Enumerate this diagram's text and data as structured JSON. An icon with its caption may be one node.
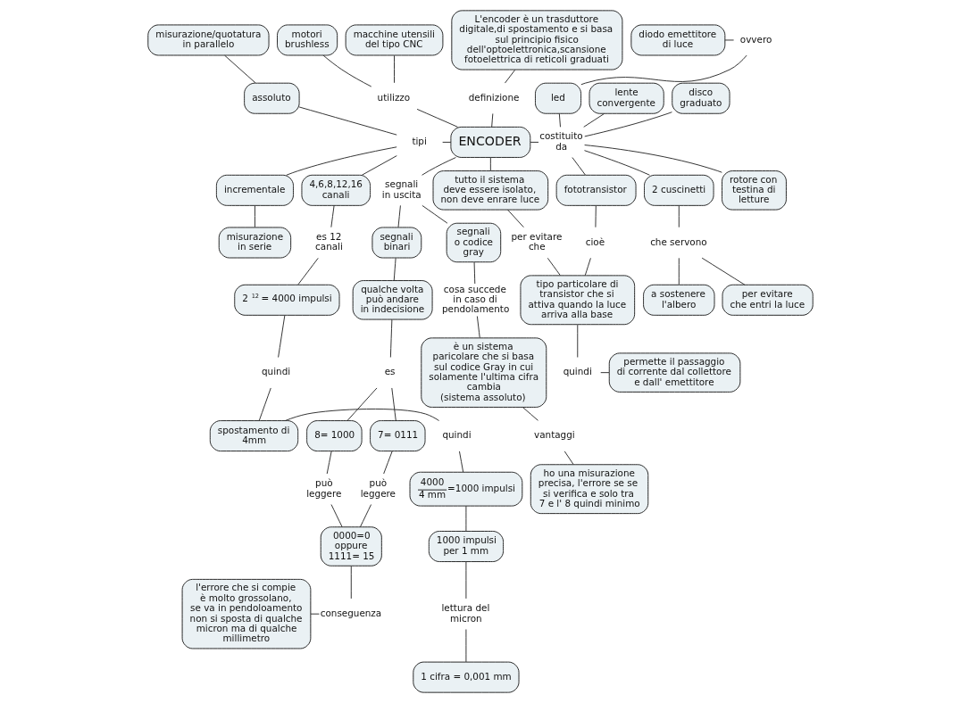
{
  "diagram": {
    "nodes": [
      {
        "text": [
          "L'encoder è un trasduttore digitale,di spostamento e si basa sul principio fisico dell'optoelettronica,scansione fotoelettrica di reticoli graduati"
        ]
      },
      {
        "text": [
          "diodo emettitore di luce"
        ]
      },
      {
        "text": [
          "macchine utensili del tipo CNC"
        ]
      },
      {
        "text": [
          "ovvero"
        ]
      },
      {
        "text": [
          "led"
        ]
      },
      {
        "text": [
          "motori brushless"
        ]
      },
      {
        "text": [
          "lente convergente"
        ]
      },
      {
        "text": [
          "misurazione/quotatura in parallelo"
        ]
      },
      {
        "text": [
          "assoluto"
        ]
      },
      {
        "text": [
          "definizione"
        ]
      },
      {
        "text": [
          "utilizzo"
        ]
      },
      {
        "text": [
          "disco graduato"
        ]
      },
      {
        "text": [
          "ENCODER"
        ]
      },
      {
        "text": [
          "tipi"
        ]
      },
      {
        "text": [
          "costituito da"
        ]
      },
      {
        "text": [
          "rotore con testina di letture"
        ]
      },
      {
        "text": [
          "misurazione in serie"
        ]
      },
      {
        "text": [
          "incrementale"
        ]
      },
      {
        "text": [
          "4,6,8,12,16 canali"
        ]
      },
      {
        "text": [
          "tutto il sistema deve essere isolato, non deve enrare luce"
        ]
      },
      {
        "text": [
          "2 cuscinetti"
        ]
      },
      {
        "text": [
          "fototransistor"
        ]
      },
      {
        "text": [
          "segnali in uscita"
        ]
      },
      {
        "text": [
          "che servono"
        ]
      },
      {
        "text": [
          "a sostenere l'albero"
        ]
      },
      {
        "text": [
          "es 12 canali"
        ]
      },
      {
        "text": [
          "per evitare che"
        ]
      },
      {
        "text": [
          "cioè"
        ]
      },
      {
        "text": [
          "per evitare che entri la luce"
        ]
      },
      {
        "text": [
          "2 $^{12}$ = 4000 impulsi"
        ]
      },
      {
        "text": [
          "segnali binari"
        ]
      },
      {
        "text": [
          "segnali o codice gray"
        ]
      },
      {
        "text": [
          "tipo particolare di transistor che si attiva quando la luce arriva alla base"
        ]
      },
      {
        "text": [
          "quindi"
        ]
      },
      {
        "text": [
          "cosa succede in caso di pendolamento"
        ]
      },
      {
        "text": [
          "qualche volta può andare in indecisione"
        ]
      },
      {
        "text": [
          "4000",
          "4 mm",
          "=1000 impulsi"
        ]
      },
      {
        "text": [
          "quindi"
        ]
      },
      {
        "text": [
          "spostamento di 4mm"
        ]
      },
      {
        "text": [
          "quindi"
        ]
      },
      {
        "text": [
          "permette il passaggio di corrente dal collettore e dall' emettitore"
        ]
      },
      {
        "text": [
          "es"
        ]
      },
      {
        "text": [
          "1000 impulsi per 1 mm"
        ]
      },
      {
        "text": [
          "è un sistema paricolare che si basa sul codice Gray in cui solamente l'ultima cifra cambia (sistema assoluto)"
        ]
      },
      {
        "text": [
          "7= 0111"
        ]
      },
      {
        "text": [
          "8= 1000"
        ]
      },
      {
        "text": [
          "lettura del micron"
        ]
      },
      {
        "text": [
          "può leggere"
        ]
      },
      {
        "text": [
          "può leggere"
        ]
      },
      {
        "text": [
          "1 cifra = 0,001 mm"
        ]
      },
      {
        "text": [
          "vantaggi"
        ]
      },
      {
        "text": [
          "0000=0 oppure 1111= 15"
        ]
      },
      {
        "text": [
          "ho una misurazione precisa, l'errore se se si verifica e solo tra 7 e l' 8 quindi minimo"
        ]
      },
      {
        "text": [
          "l'errore che si compie è molto grossolano, se va in pendoloamento non si sposta di qualche micron ma di qualche millimetro"
        ]
      },
      {
        "text": [
          "conseguenza"
        ]
      }
    ],
    "edges": [
      {
        "from": 0,
        "to": 9,
        "arrow": "none"
      },
      {
        "from": 9,
        "to": 12,
        "arrow": "none"
      },
      {
        "from": 2,
        "to": 10,
        "arrow": "none"
      },
      {
        "from": 5,
        "to": 10,
        "arrow": "none"
      },
      {
        "from": 10,
        "to": 12,
        "arrow": "none"
      },
      {
        "from": 13,
        "to": 12,
        "arrow": "none"
      },
      {
        "from": 8,
        "to": 13,
        "arrow": "none"
      },
      {
        "from": 7,
        "to": 8,
        "arrow": "none"
      },
      {
        "from": 13,
        "to": 17,
        "arrow": "none"
      },
      {
        "from": 17,
        "to": 16,
        "arrow": "none"
      },
      {
        "from": 13,
        "to": 18,
        "arrow": "none"
      },
      {
        "from": 18,
        "to": 25,
        "arrow": "none"
      },
      {
        "from": 25,
        "to": 29,
        "arrow": "none"
      },
      {
        "from": 29,
        "to": 33,
        "arrow": "none"
      },
      {
        "from": 33,
        "to": 38,
        "arrow": "none"
      },
      {
        "from": 37,
        "to": 38,
        "arrow": "none"
      },
      {
        "from": 37,
        "to": 36,
        "arrow": "none"
      },
      {
        "from": 36,
        "to": 42,
        "arrow": "none"
      },
      {
        "from": 42,
        "to": 46,
        "arrow": "none"
      },
      {
        "from": 46,
        "to": 49,
        "arrow": "none"
      },
      {
        "from": 12,
        "to": 22,
        "arrow": "none"
      },
      {
        "from": 22,
        "to": 30,
        "arrow": "none"
      },
      {
        "from": 22,
        "to": 31,
        "arrow": "none"
      },
      {
        "from": 30,
        "to": 35,
        "arrow": "none"
      },
      {
        "from": 35,
        "to": 41,
        "arrow": "none"
      },
      {
        "from": 41,
        "to": 44,
        "arrow": "none"
      },
      {
        "from": 41,
        "to": 45,
        "arrow": "none"
      },
      {
        "from": 44,
        "to": 47,
        "arrow": "none"
      },
      {
        "from": 45,
        "to": 48,
        "arrow": "none"
      },
      {
        "from": 47,
        "to": 51,
        "arrow": "none"
      },
      {
        "from": 48,
        "to": 51,
        "arrow": "none"
      },
      {
        "from": 51,
        "to": 54,
        "arrow": "none"
      },
      {
        "from": 53,
        "to": 54,
        "arrow": "none"
      },
      {
        "from": 31,
        "to": 34,
        "arrow": "none"
      },
      {
        "from": 34,
        "to": 43,
        "arrow": "none"
      },
      {
        "from": 43,
        "to": 50,
        "arrow": "none"
      },
      {
        "from": 50,
        "to": 52,
        "arrow": "none"
      },
      {
        "from": 12,
        "to": 19,
        "arrow": "none"
      },
      {
        "from": 19,
        "to": 26,
        "arrow": "none"
      },
      {
        "from": 26,
        "to": 32,
        "arrow": "none"
      },
      {
        "from": 12,
        "to": 14,
        "arrow": "none"
      },
      {
        "from": 1,
        "to": 3,
        "arrow": "none"
      },
      {
        "from": 3,
        "to": 4,
        "arrow": "none"
      },
      {
        "from": 4,
        "to": 14,
        "arrow": "none"
      },
      {
        "from": 6,
        "to": 14,
        "arrow": "none"
      },
      {
        "from": 11,
        "to": 14,
        "arrow": "none"
      },
      {
        "from": 14,
        "to": 15,
        "arrow": "none"
      },
      {
        "from": 14,
        "to": 20,
        "arrow": "none"
      },
      {
        "from": 14,
        "to": 21,
        "arrow": "none"
      },
      {
        "from": 21,
        "to": 27,
        "arrow": "none"
      },
      {
        "from": 27,
        "to": 32,
        "arrow": "none"
      },
      {
        "from": 32,
        "to": 39,
        "arrow": "none"
      },
      {
        "from": 39,
        "to": 40,
        "arrow": "none"
      },
      {
        "from": 20,
        "to": 23,
        "arrow": "none"
      },
      {
        "from": 23,
        "to": 24,
        "arrow": "none"
      },
      {
        "from": 23,
        "to": 28,
        "arrow": "none"
      }
    ]
  }
}
